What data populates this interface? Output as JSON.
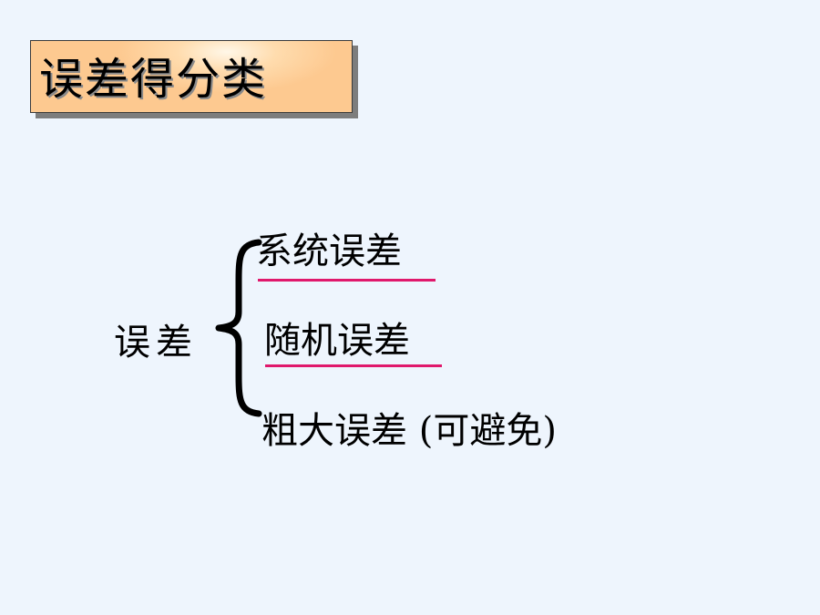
{
  "title": "误差得分类",
  "root": "误差",
  "branches": [
    {
      "label": "系统误差",
      "underlined": true
    },
    {
      "label": "随机误差",
      "underlined": true
    },
    {
      "label": "粗大误差 (可避免)",
      "underlined": false
    }
  ],
  "colors": {
    "background": "#eef5fd",
    "title_box": "#fdc990",
    "underline": "#e0186c",
    "text": "#000000"
  }
}
